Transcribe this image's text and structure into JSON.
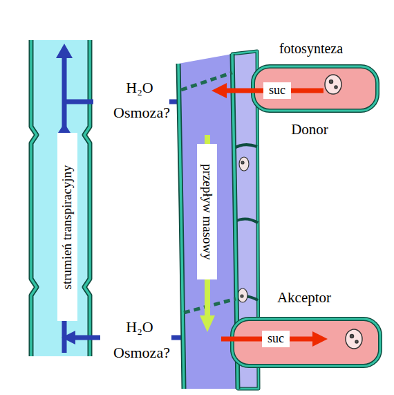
{
  "diagram": {
    "nodes": [
      {
        "text": [
          "strumień transpiracyjny"
        ]
      },
      {
        "text": [
          "przepływ masowy"
        ]
      },
      {
        "text": [
          "Donor"
        ]
      },
      {
        "text": [
          "suc"
        ],
        "in": 2
      },
      {
        "text": [
          "Akceptor"
        ]
      },
      {
        "text": [
          "suc"
        ],
        "in": 4
      }
    ],
    "labels": [
      "fotosynteza",
      "H₂O",
      "Osmoza?",
      "H₂O",
      "Osmoza?"
    ]
  }
}
